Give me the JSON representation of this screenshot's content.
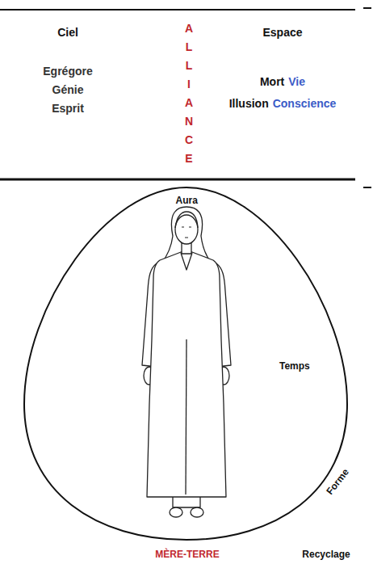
{
  "diagram": {
    "nodes": [
      {
        "text": [
          "Aura",
          "Temps",
          "Forme"
        ]
      }
    ],
    "labels": [
      "Ciel",
      "Espace",
      "Egrégore",
      "Génie",
      "Esprit",
      "ALLIANCE",
      "Mort",
      "Vie",
      "Illusion",
      "Conscience",
      "MÈRE-TERRE",
      "Recyclage"
    ]
  }
}
